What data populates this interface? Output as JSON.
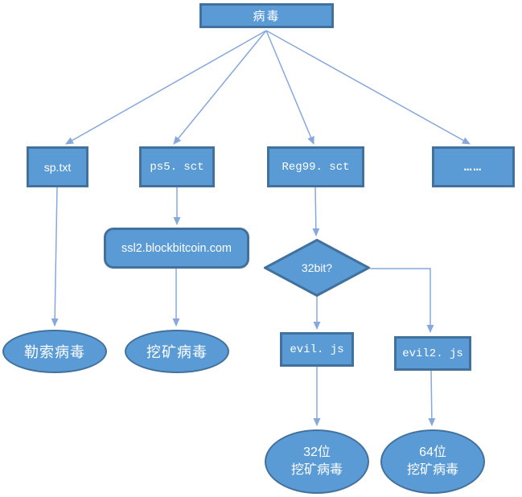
{
  "diagram": {
    "type": "flowchart",
    "background": "#FFFFFF",
    "colors": {
      "shape_fill": "#5B9BD5",
      "shape_border": "#41719C",
      "connector": "#86A8DC",
      "label_text": "#FFFFFF"
    },
    "nodes": {
      "root": {
        "label": "病毒",
        "shape": "rectangle"
      },
      "sp_txt": {
        "label": "sp.txt",
        "shape": "rectangle"
      },
      "ps5_sct": {
        "label": "ps5. sct",
        "shape": "rectangle"
      },
      "reg99_sct": {
        "label": "Reg99. sct",
        "shape": "rectangle"
      },
      "more": {
        "label": "……",
        "shape": "rectangle"
      },
      "ssl2": {
        "label": "ssl2.blockbitcoin.com",
        "shape": "rounded-rectangle"
      },
      "decision_32bit": {
        "label": "32bit?",
        "shape": "diamond"
      },
      "ransomware": {
        "label": "勒索病毒",
        "shape": "ellipse"
      },
      "miner": {
        "label": "挖矿病毒",
        "shape": "ellipse"
      },
      "evil_js": {
        "label": "evil. js",
        "shape": "rectangle"
      },
      "evil2_js": {
        "label": "evil2. js",
        "shape": "rectangle"
      },
      "miner_32": {
        "label": "32位\n挖矿病毒",
        "shape": "ellipse"
      },
      "miner_64": {
        "label": "64位\n挖矿病毒",
        "shape": "ellipse"
      }
    },
    "edges": [
      {
        "from": "root",
        "to": "sp_txt"
      },
      {
        "from": "root",
        "to": "ps5_sct"
      },
      {
        "from": "root",
        "to": "reg99_sct"
      },
      {
        "from": "root",
        "to": "more"
      },
      {
        "from": "sp_txt",
        "to": "ransomware"
      },
      {
        "from": "ps5_sct",
        "to": "ssl2"
      },
      {
        "from": "ssl2",
        "to": "miner"
      },
      {
        "from": "reg99_sct",
        "to": "decision_32bit"
      },
      {
        "from": "decision_32bit",
        "to": "evil_js"
      },
      {
        "from": "decision_32bit",
        "to": "evil2_js"
      },
      {
        "from": "evil_js",
        "to": "miner_32"
      },
      {
        "from": "evil2_js",
        "to": "miner_64"
      }
    ]
  }
}
